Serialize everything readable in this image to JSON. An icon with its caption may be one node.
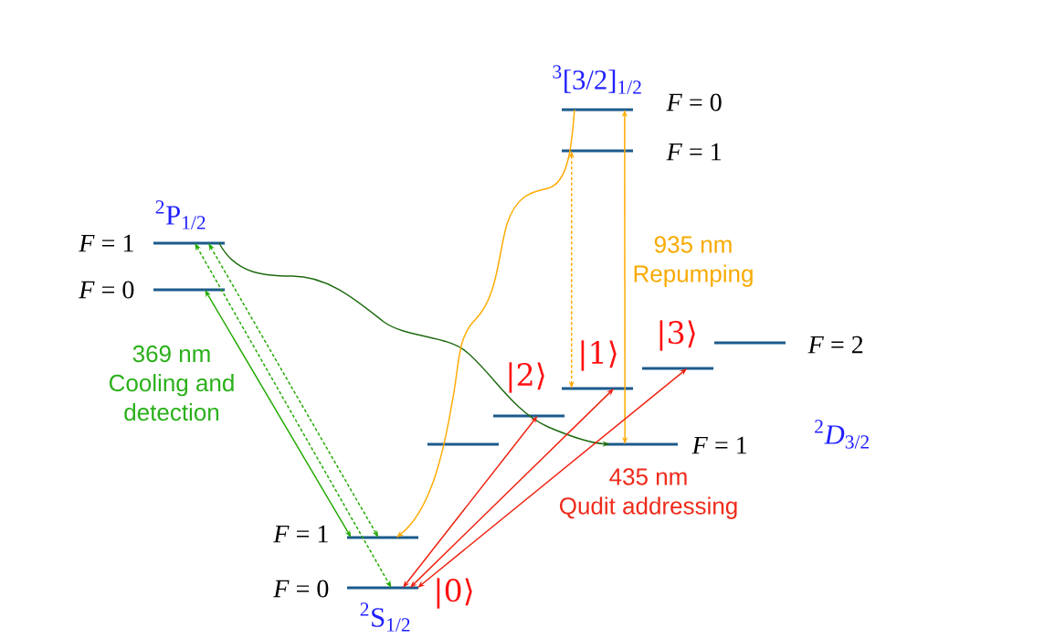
{
  "diagram": {
    "nodes": [
      {
        "text": [],
        "shape": "bar",
        "beside": [
          "*F* = 0"
        ]
      },
      {
        "text": [],
        "shape": "bar",
        "beside": [
          "*F* = 1"
        ]
      },
      {
        "text": [],
        "shape": "bar",
        "beside": [
          "*F* = 1"
        ]
      },
      {
        "text": [],
        "shape": "bar",
        "beside": [
          "*F* = 0"
        ]
      },
      {
        "text": [],
        "shape": "bar",
        "beside": [
          "*F* = 2"
        ]
      },
      {
        "text": [],
        "shape": "bar",
        "beside": [
          "|3⟩"
        ]
      },
      {
        "text": [],
        "shape": "bar",
        "beside": [
          "|1⟩"
        ]
      },
      {
        "text": [],
        "shape": "bar",
        "beside": [
          "|2⟩"
        ]
      },
      {
        "text": [],
        "shape": "bar"
      },
      {
        "text": [],
        "shape": "bar",
        "beside": [
          "*F* = 1"
        ]
      },
      {
        "text": [],
        "shape": "bar",
        "beside": [
          "*F* = 1"
        ]
      },
      {
        "text": [],
        "shape": "bar",
        "beside": [
          "*F* = 0",
          "|0⟩"
        ]
      }
    ],
    "edges": [
      {
        "from": 3,
        "to": 10,
        "arrow": "both",
        "color": "#22aa00"
      },
      {
        "from": 2,
        "to": 11,
        "arrow": "both",
        "style": "dashed",
        "color": "#22aa00"
      },
      {
        "from": 2,
        "to": 10,
        "arrow": "both",
        "style": "dashed",
        "color": "#22aa00"
      },
      {
        "from": 2,
        "to": 9,
        "arrow": "to",
        "color": "#1e6b10"
      },
      {
        "from": 0,
        "to": 10,
        "arrow": "to",
        "color": "#ffaa00"
      },
      {
        "from": 6,
        "to": 1,
        "arrow": "both",
        "style": "dashed",
        "color": "#ffaa00"
      },
      {
        "from": 9,
        "to": 0,
        "arrow": "both",
        "color": "#ffaa00"
      },
      {
        "from": 11,
        "to": 7,
        "arrow": "both",
        "color": "#ee2211"
      },
      {
        "from": 11,
        "to": 6,
        "arrow": "both",
        "color": "#ee2211"
      },
      {
        "from": 11,
        "to": 5,
        "arrow": "both",
        "color": "#ee2211"
      }
    ],
    "labels": [
      "$^{3}$[3/2]$_{1/2}$",
      "$^{2}$P$_{1/2}$",
      "935 nm Repumping",
      "369 nm Cooling and detection",
      "$^{2}$*D*$_{3/2}$",
      "435 nm Qudit addressing",
      "$^{2}$S$_{1/2}$"
    ]
  }
}
